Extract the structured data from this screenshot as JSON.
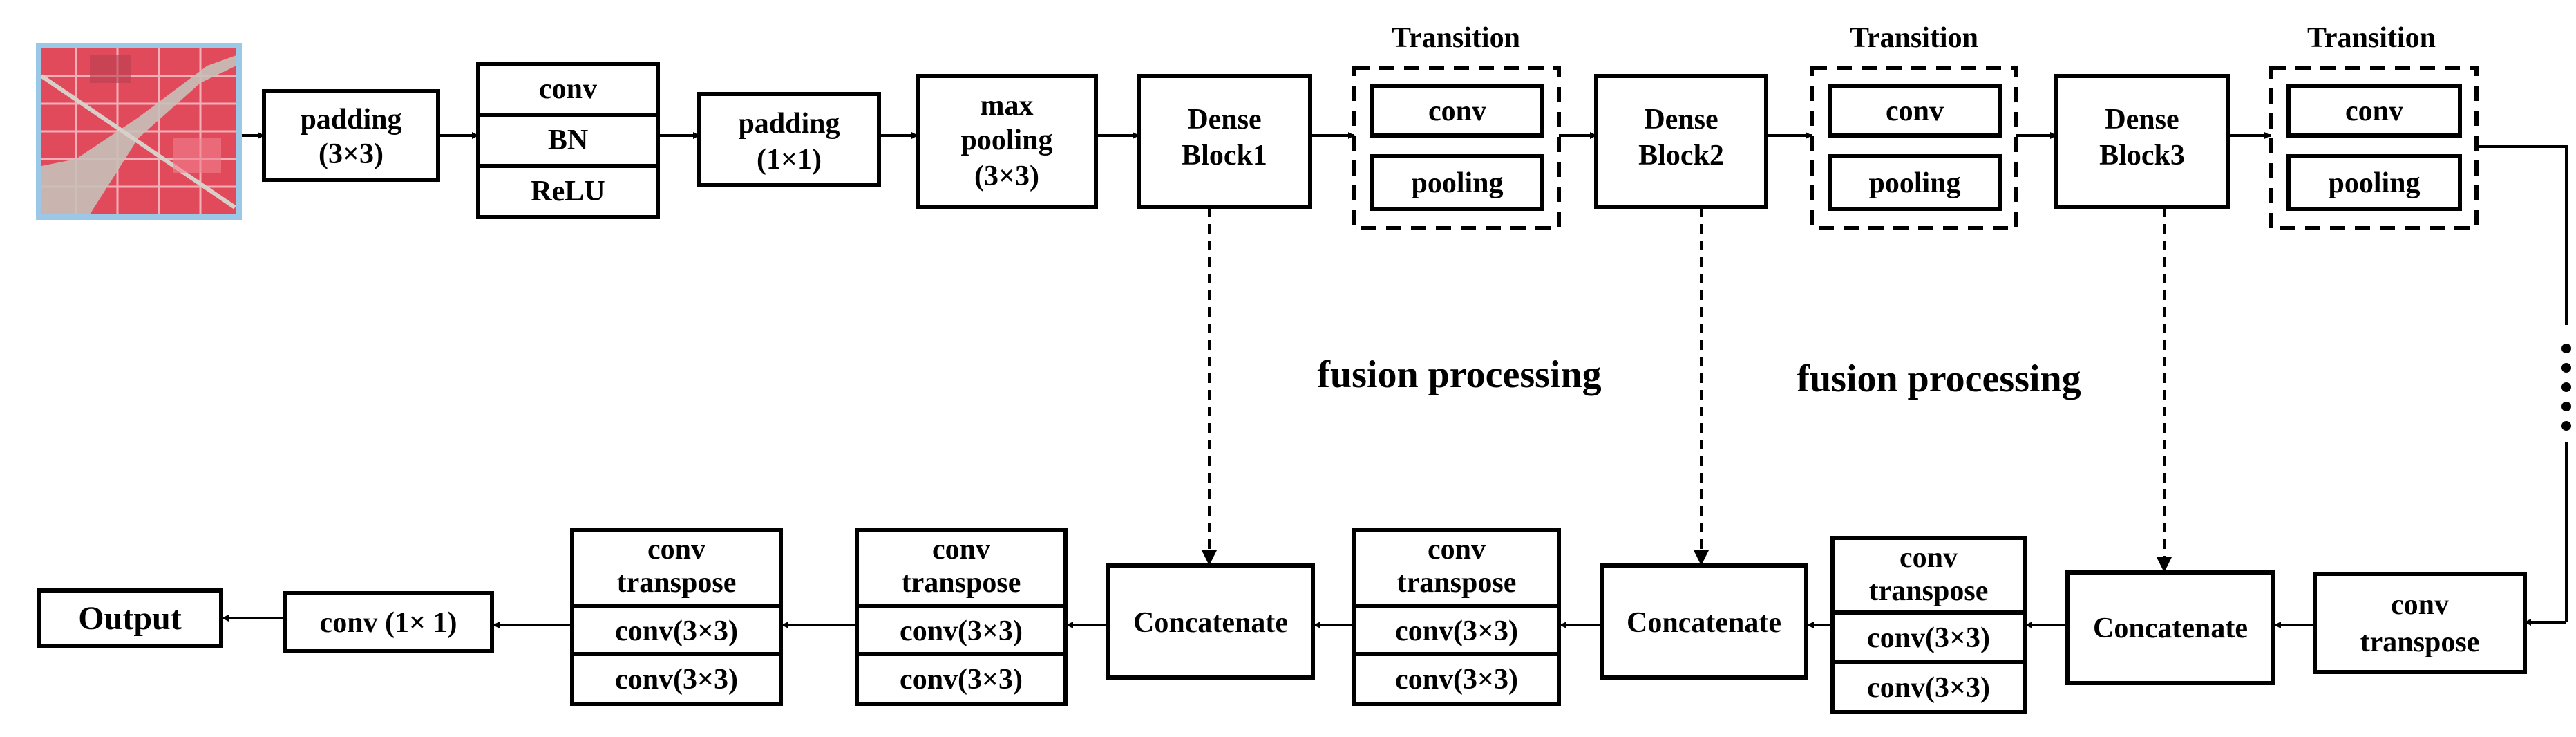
{
  "input_image": {
    "colors": {
      "field": "#e04a5a",
      "field_light": "#f0a0aa",
      "road": "#c8c0b8",
      "frame": "#9cc8e8"
    }
  },
  "encoder": {
    "padding1": [
      "padding",
      "(3×3)"
    ],
    "conv_bn_relu": [
      "conv",
      "BN",
      "ReLU"
    ],
    "padding2": [
      "padding",
      "(1×1)"
    ],
    "maxpool": [
      "max",
      "pooling",
      "(3×3)"
    ],
    "dense1": [
      "Dense",
      "Block1"
    ],
    "dense2": [
      "Dense",
      "Block2"
    ],
    "dense3": [
      "Dense",
      "Block3"
    ]
  },
  "transitions": [
    {
      "title": "Transition",
      "conv": "conv",
      "pooling": "pooling"
    },
    {
      "title": "Transition",
      "conv": "conv",
      "pooling": "pooling"
    },
    {
      "title": "Transition",
      "conv": "conv",
      "pooling": "pooling"
    }
  ],
  "fusion_labels": [
    "fusion processing",
    "fusion processing"
  ],
  "decoder": {
    "convt_first": [
      "conv",
      "transpose"
    ],
    "concatenate": "Concatenate",
    "convt_block": {
      "top": [
        "conv",
        "transpose"
      ],
      "mid": "conv(3×3)",
      "bot": "conv(3×3)"
    },
    "final_conv": "conv (1× 1)",
    "output": "Output"
  }
}
